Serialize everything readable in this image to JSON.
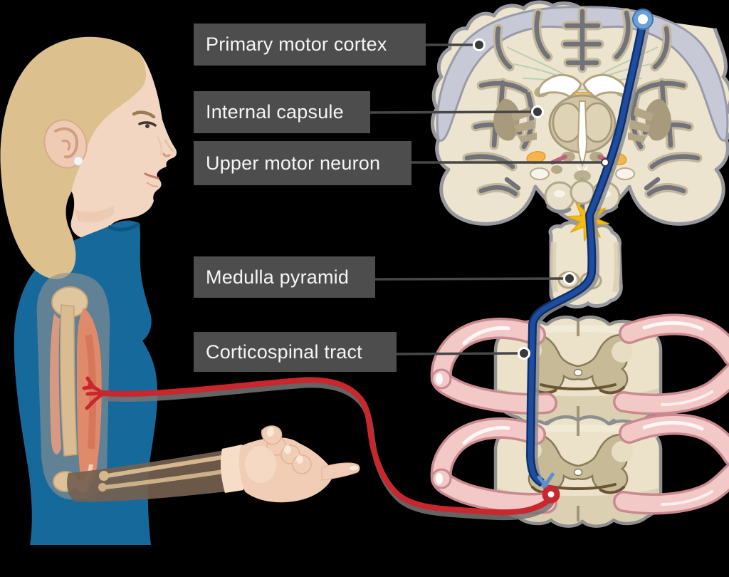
{
  "diagram": {
    "labels": [
      {
        "id": "primary_motor_cortex",
        "text": "Primary motor cortex"
      },
      {
        "id": "internal_capsule",
        "text": "Internal capsule"
      },
      {
        "id": "upper_motor_neuron",
        "text": "Upper motor neuron"
      },
      {
        "id": "medulla_pyramid",
        "text": "Medulla pyramid"
      },
      {
        "id": "corticospinal_tract",
        "text": "Corticospinal tract"
      }
    ],
    "colors": {
      "background": "#000000",
      "label_box": "#4d4d4d",
      "label_text": "#f5f5f5",
      "leader_line": "#474747",
      "upper_motor_neuron_axon": "#1c4796",
      "lower_motor_neuron_axon": "#c9262d",
      "synapse_burst": "#f4bd12",
      "brain_tissue": "#ece4cf",
      "cortex_band": "#c7c9d6",
      "spinal_nerve_root": "#f3c9c8",
      "spinal_gray_matter": "#c6ba97",
      "hair": "#dcc08e",
      "skin": "#f3d6c1",
      "shirt": "#16699b",
      "muscle": "#e08a6c",
      "bone": "#d9bc92"
    }
  }
}
